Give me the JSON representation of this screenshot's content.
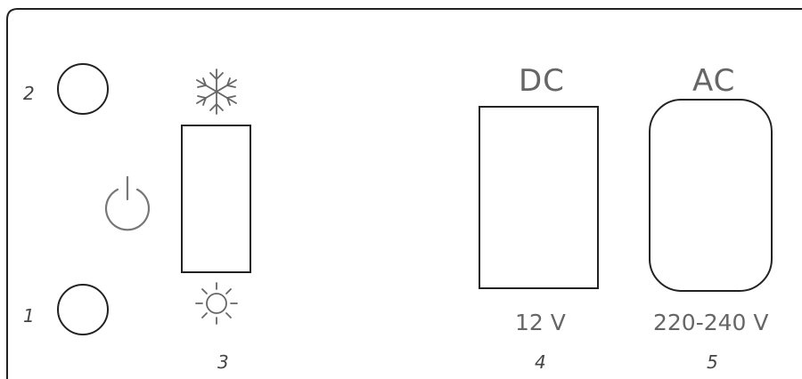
{
  "labels": {
    "knob_top_number": "2",
    "knob_bottom_number": "1",
    "thermostat_number": "3",
    "dc_socket_number": "4",
    "ac_socket_number": "5",
    "dc_heading": "DC",
    "ac_heading": "AC",
    "dc_voltage": "12 V",
    "ac_voltage": "220-240 V"
  },
  "icons": {
    "power": "power-icon",
    "cold": "snowflake-icon",
    "warm": "sun-icon"
  },
  "colors": {
    "stroke": "#222222",
    "icon_stroke": "#666666",
    "text": "#555555"
  }
}
